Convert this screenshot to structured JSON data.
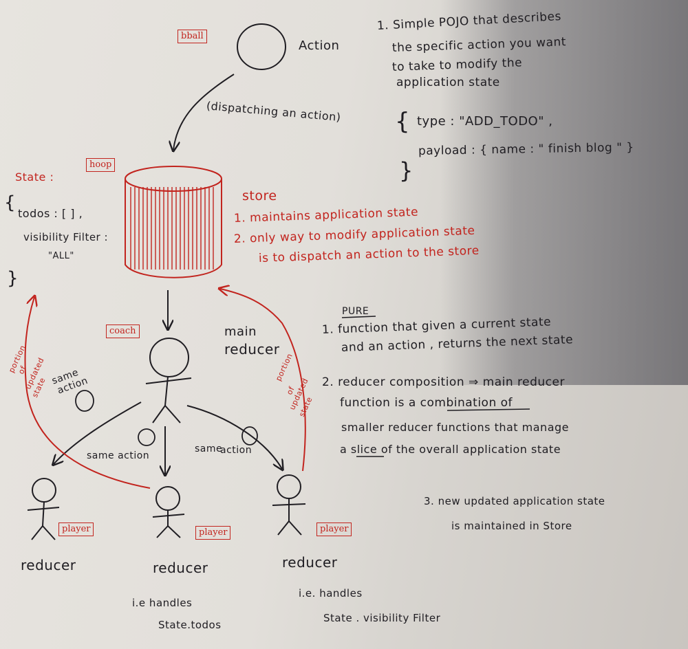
{
  "tags": {
    "bball": "bball",
    "hoop": "hoop",
    "coach": "coach",
    "player": "player"
  },
  "action_diagram": {
    "label": "Action",
    "dispatch_label": "(dispatching  an  action)"
  },
  "action_notes": {
    "line1": "1. Simple  POJO  that describes",
    "line2": "the  specific  action  you  want",
    "line3": "to  take  to  modify  the",
    "line4": "application  state",
    "code_open": "{",
    "code_type": "type :  \"ADD_TODO\" ,",
    "code_payload": "payload :  { name : \" finish  blog \" }",
    "code_close": "}"
  },
  "state_notes": {
    "title": "State :",
    "open": "{",
    "todos": "todos :  [ ] ,",
    "visibility": "visibility Filter :",
    "all": "\"ALL\"",
    "close": "}"
  },
  "store": {
    "label": "store",
    "line1": "1. maintains  application  state",
    "line2": "2. only  way  to  modify  application  state",
    "line3": "is  to  dispatch  an  action  to  the  store"
  },
  "reducer_diagram": {
    "main_reducer_1": "main",
    "main_reducer_2": "reducer",
    "portion_left_1": "portion",
    "portion_left_2": "of",
    "portion_left_3": "updated",
    "portion_left_4": "state",
    "portion_right_1": "portion",
    "portion_right_2": "of",
    "portion_right_3": "updated",
    "portion_right_4": "state",
    "same_action_1a": "same",
    "same_action_1b": "action",
    "same_action_2": "same action",
    "same_action_3a": "same",
    "same_action_3b": "action",
    "reducer_left": "reducer",
    "reducer_mid": "reducer",
    "reducer_right": "reducer",
    "mid_note_1": "i.e  handles",
    "mid_note_2": "State.todos",
    "right_note_1": "i.e.  handles",
    "right_note_2": "State . visibility Filter"
  },
  "reducer_notes": {
    "pure": "PURE",
    "line1": "1. function  that  given  a  current  state",
    "line2": "and  an  action ,  returns  the  next  state",
    "line3": "2. reducer  composition  ⇒  main  reducer",
    "line4": "function  is  a  combination  of",
    "line5": "smaller  reducer  functions  that  manage",
    "line6": "a  slice  of  the  overall  application  state",
    "line7": "3. new  updated  application  state",
    "line8": "is  maintained  in  Store"
  },
  "colors": {
    "ink": "#1f1d22",
    "red": "#c2241e",
    "paper": "#e4e1dc"
  }
}
